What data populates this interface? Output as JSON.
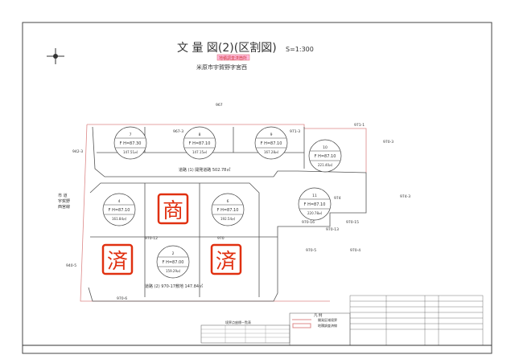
{
  "title": {
    "main": "文 量 図(2)(区割図)",
    "scale": "S=1:300",
    "stamp_label": "地積調査済箇所",
    "location": "米原市宇賀野字宮西"
  },
  "parcels_surrounding": [
    "967",
    "967-3",
    "971-3",
    "971-1",
    "970-3",
    "974-3",
    "942-3",
    "970-12",
    "970-13",
    "970",
    "970-16",
    "970-15",
    "970-5",
    "970-4",
    "970-6",
    "940-5",
    "974"
  ],
  "lots": [
    {
      "no": "7",
      "fh": "F H=87.30",
      "area": "147.51㎡"
    },
    {
      "no": "8",
      "fh": "F H=87.10",
      "area": "147.15㎡"
    },
    {
      "no": "9",
      "fh": "F H=87.10",
      "area": "167.28㎡"
    },
    {
      "no": "10",
      "fh": "F H=87.10",
      "area": "221.40㎡"
    },
    {
      "no": "11",
      "fh": "F H=87.10",
      "area": "220.78㎡"
    },
    {
      "no": "4",
      "fh": "F H=87.10",
      "area": "161.84㎡"
    },
    {
      "no": "6",
      "fh": "F H=87.10",
      "area": "192.54㎡"
    },
    {
      "no": "2",
      "fh": "F H=87.00",
      "area": "159.29㎡"
    }
  ],
  "stamps": [
    "商",
    "済",
    "済"
  ],
  "roads": {
    "road1": "道路 (1) 開発道路 502.78㎡",
    "road2": "道路 (2) 970-17敷地 147.84㎡",
    "city_road": [
      "市 道",
      "宇賀野",
      "西宮線"
    ]
  },
  "legend": {
    "title": "凡 例",
    "items": [
      "開発区域境界",
      "地積調査済線"
    ]
  },
  "tables": {
    "coord_title": "境界点座標一覧表"
  }
}
